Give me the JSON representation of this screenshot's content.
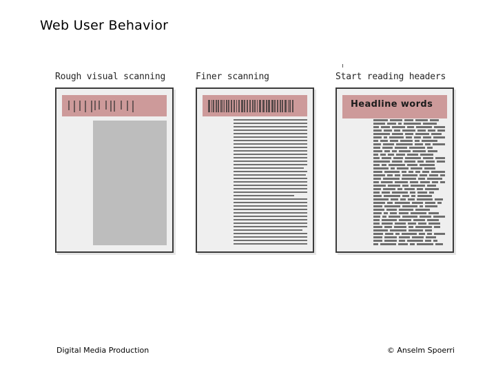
{
  "slide": {
    "title": "Web User Behavior"
  },
  "footer": {
    "left": "Digital Media Production",
    "right": "© Anselm Spoerri"
  },
  "colors": {
    "header_bar": "#cd9a9a",
    "page_background": "#efefef",
    "page_border": "#3a3a3a",
    "text_line": "#6e6e6e",
    "gray_block": "#bdbdbd",
    "title_text": "#000000"
  },
  "panels": [
    {
      "caption": "Rough visual scanning",
      "header_style": "sparse-ticks",
      "header_tick_count": 13,
      "body_style": "solid-block",
      "headline_text": "",
      "has_tick_mark": false
    },
    {
      "caption": "Finer scanning",
      "header_style": "dense-barcode",
      "header_bar_count": 34,
      "body_style": "full-lines",
      "body_line_count": 41,
      "headline_text": "",
      "has_tick_mark": false
    },
    {
      "caption": "Start reading headers",
      "header_style": "headline-text",
      "body_style": "word-fragments",
      "body_line_count": 56,
      "headline_text": "Headline words",
      "has_tick_mark": true
    }
  ]
}
